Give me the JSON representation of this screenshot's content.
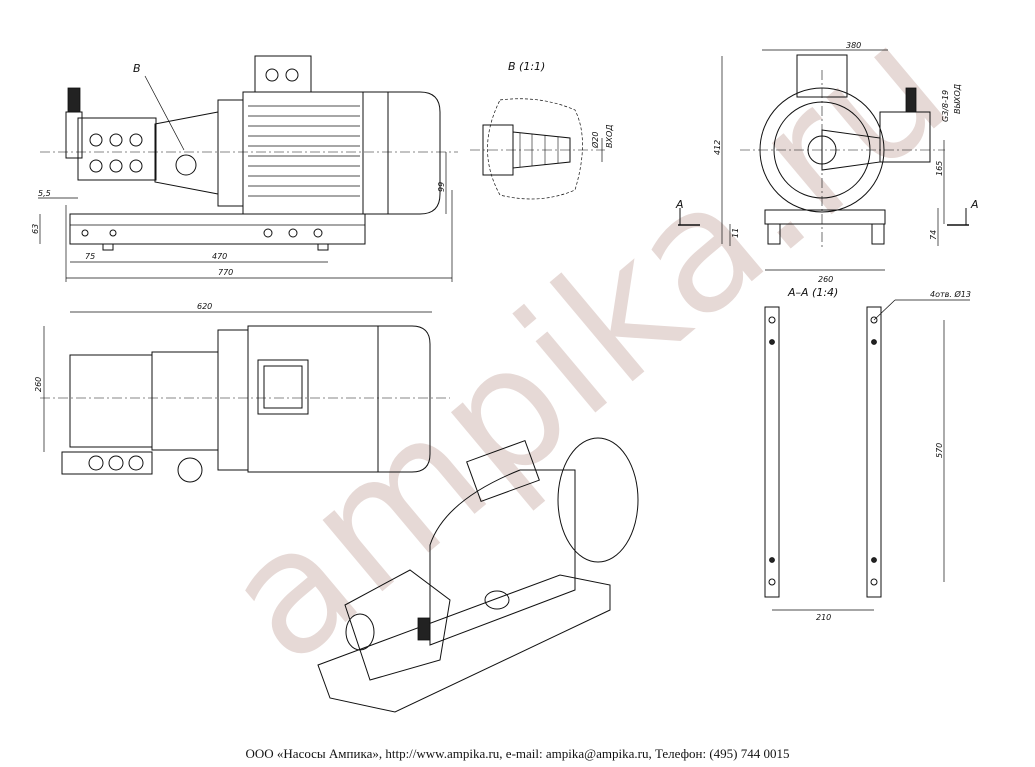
{
  "labels": {
    "view_b_ref": "B",
    "view_b_title": "B (1:1)",
    "section_title": "A–A (1:4)",
    "section_arrow_left": "A",
    "section_arrow_right": "A",
    "inlet_dia": "Ø20",
    "inlet_text": "ВХОД",
    "outlet_thread": "G3/8-19",
    "outlet_text": "ВЫХОД",
    "holes_note": "4отв. Ø13"
  },
  "dimensions": {
    "side_5_5": "5,5",
    "side_63": "63",
    "side_99": "99",
    "side_75": "75",
    "side_470": "470",
    "side_770": "770",
    "top_620": "620",
    "top_260": "260",
    "end_380": "380",
    "end_412": "412",
    "end_165": "165",
    "end_11": "11",
    "end_74": "74",
    "end_260": "260",
    "frame_570": "570",
    "frame_210": "210"
  },
  "watermark": "ampika.ru",
  "footer": "ООО «Насосы Ампика», http://www.ampika.ru, e-mail: ampika@ampika.ru, Телефон: (495) 744 0015"
}
